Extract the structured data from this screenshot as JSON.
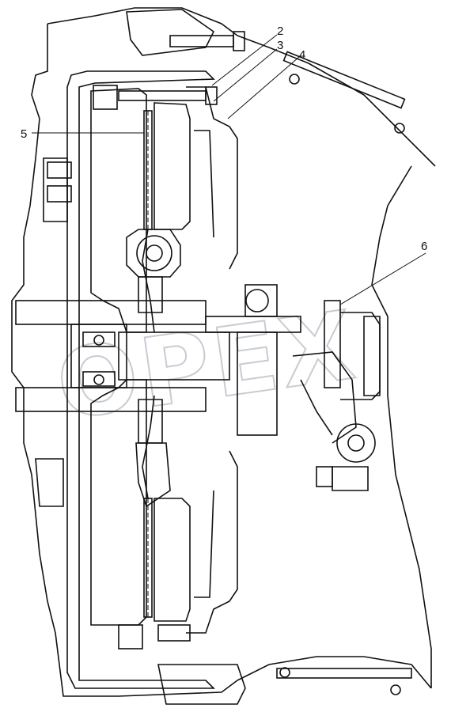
{
  "diagram": {
    "callouts": [
      {
        "id": "2",
        "label": "2"
      },
      {
        "id": "3",
        "label": "3"
      },
      {
        "id": "4",
        "label": "4"
      },
      {
        "id": "5",
        "label": "5"
      },
      {
        "id": "6",
        "label": "6"
      }
    ],
    "watermark": "OPEX",
    "colors": {
      "line": "#111111",
      "hatch": "#111111",
      "watermark": "#c8ccd2",
      "background": "#ffffff"
    }
  }
}
